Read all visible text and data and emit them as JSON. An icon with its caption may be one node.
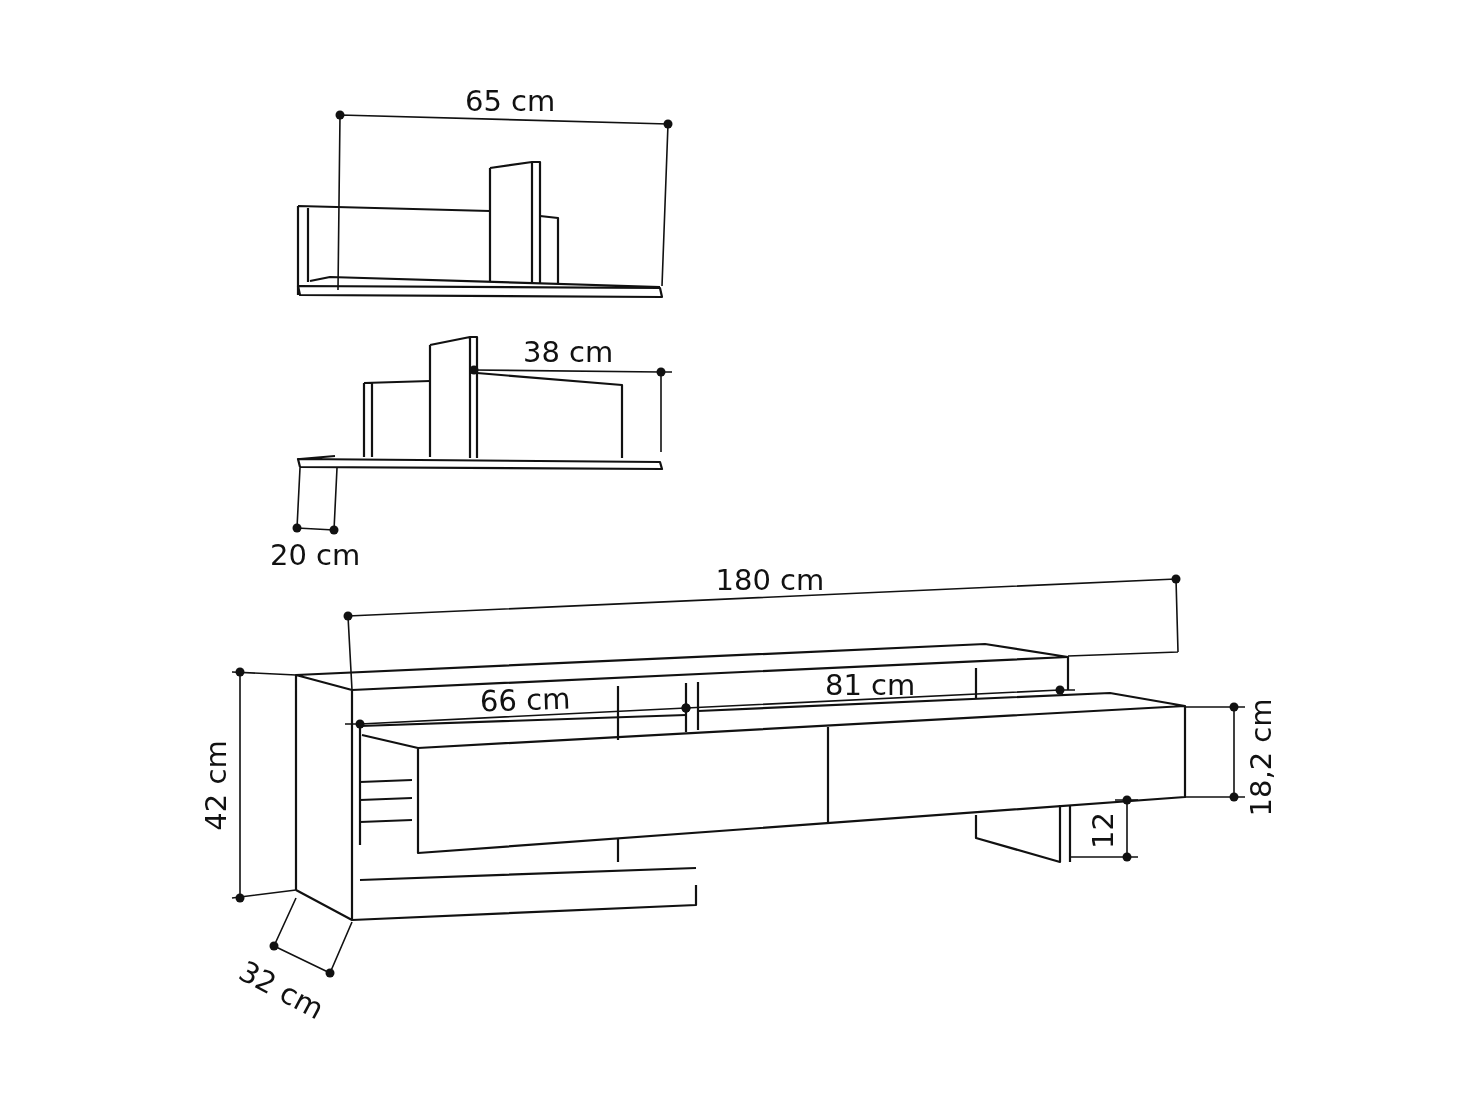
{
  "diagram": {
    "labels": [
      "65 cm",
      "38 cm",
      "20 cm",
      "180 cm",
      "81 cm",
      "66 cm",
      "42 cm",
      "18,2 cm",
      "12",
      "32 cm"
    ]
  }
}
